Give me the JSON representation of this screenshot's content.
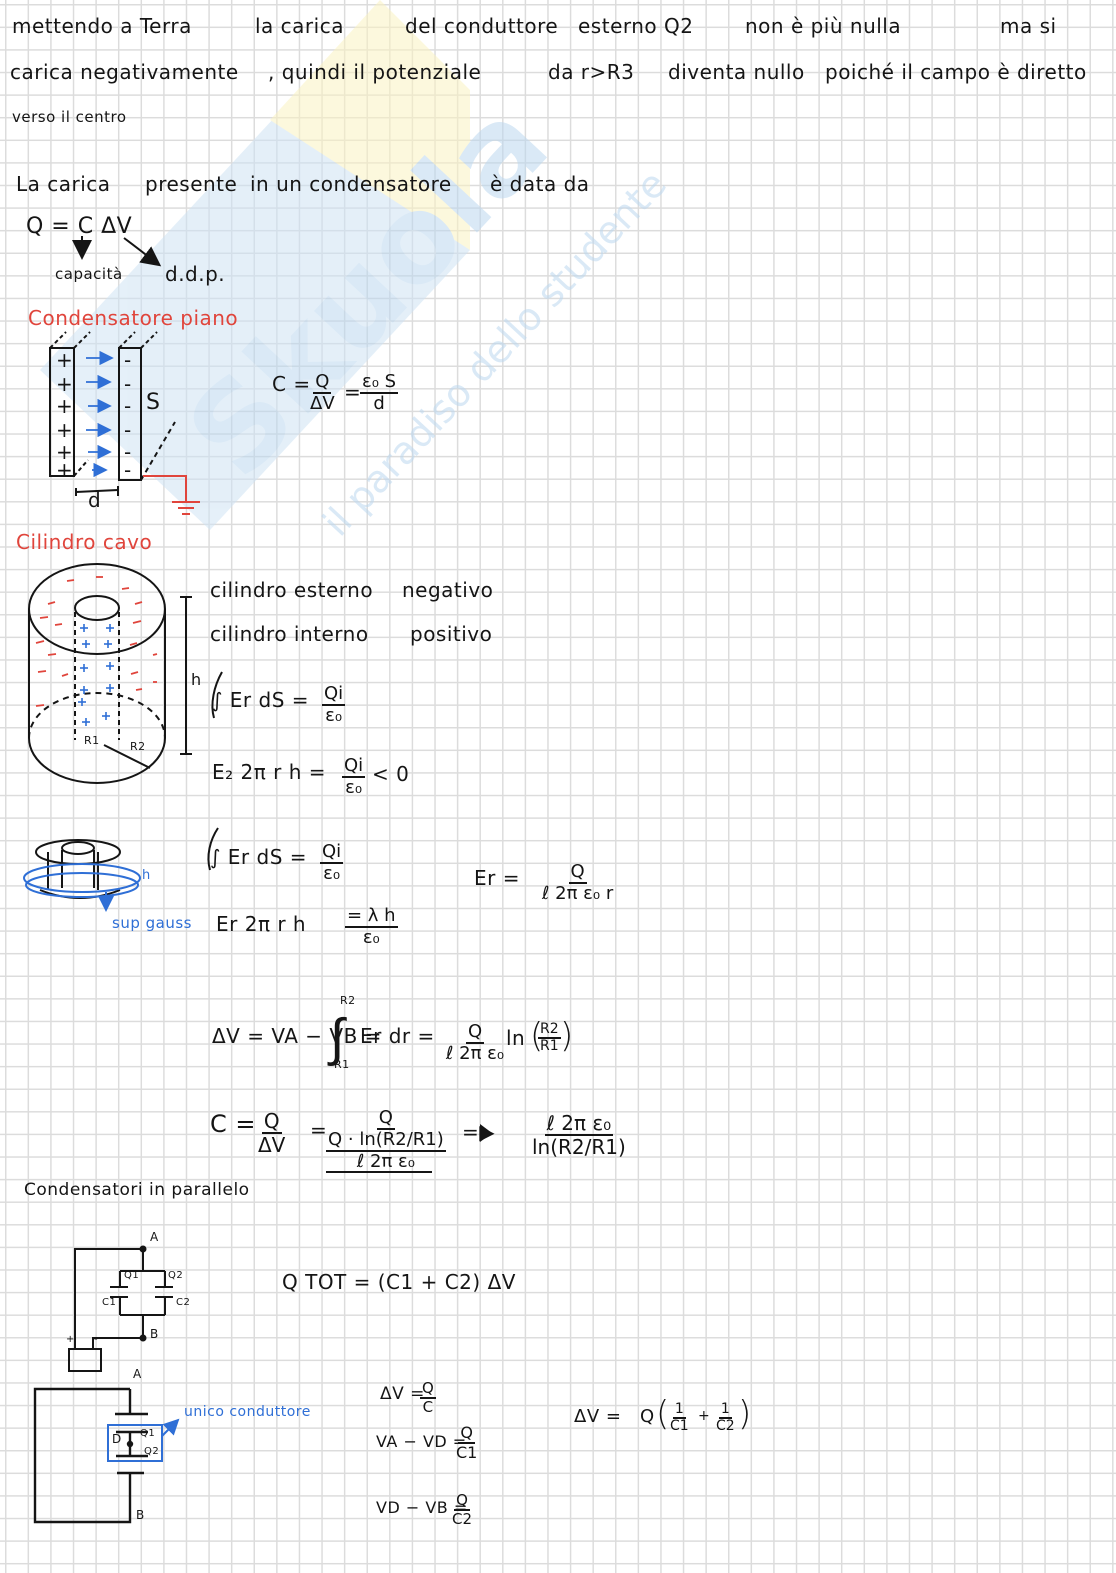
{
  "watermark": {
    "logo_text": "Skuola.net",
    "tagline": "il paradiso dello studente",
    "colors": {
      "blue": "#cfe3f4",
      "yellow": "#fbf3c2"
    }
  },
  "colors": {
    "ink": "#151515",
    "red_heading": "#e0453c",
    "blue_annotation": "#2f6fd6",
    "grid": "#dcdcdc"
  },
  "intro": {
    "line1": [
      "mettendo a Terra",
      "la carica",
      "del conduttore",
      "esterno Q2",
      "non è più nulla",
      "ma si"
    ],
    "line2": [
      "carica negativamente",
      ", quindi il potenziale",
      "da r>R3",
      "diventa nullo",
      "poiché il campo è diretto"
    ],
    "line3": "verso il centro"
  },
  "charge_section": {
    "sentence": [
      "La carica",
      "presente",
      "in un condensatore",
      "è data da"
    ],
    "formula": "Q = C ΔV",
    "label_c": "capacità",
    "label_dv": "d.d.p."
  },
  "plane_capacitor": {
    "heading": "Condensatore piano",
    "plus_signs": [
      "+",
      "+",
      "+",
      "+",
      "+",
      "+"
    ],
    "minus_signs": [
      "-",
      "-",
      "-",
      "-",
      "-",
      "-"
    ],
    "surface_label": "S",
    "distance_label": "d",
    "formula": {
      "lhs": "C =",
      "num1": "Q",
      "den1": "ΔV",
      "eq": "=",
      "num2": "ε₀ S",
      "den2": "d"
    }
  },
  "hollow_cylinder": {
    "heading": "Cilindro cavo",
    "desc1": [
      "cilindro esterno",
      "negativo"
    ],
    "desc2": [
      "cilindro interno",
      "positivo"
    ],
    "height_label": "h",
    "r1_label": "R1",
    "r2_label": "R2",
    "gauss1": {
      "lhs": "∫ Er dS =",
      "num": "Qi",
      "den": "ε₀"
    },
    "gauss2": {
      "lhs": "E₂ 2π r h =",
      "num": "Qi",
      "den": "ε₀",
      "tail": "< 0"
    }
  },
  "gauss_surface": {
    "label": "sup gauss",
    "h_label": "h",
    "eq1": {
      "lhs": "∫ Er dS =",
      "num": "Qi",
      "den": "ε₀"
    },
    "eq2": {
      "lhs": "Er 2π r h",
      "num": "= λ h",
      "den": "ε₀"
    },
    "eq3": {
      "lhs": "Er =",
      "num": "Q",
      "den": "ℓ 2π ε₀ r"
    }
  },
  "potential": {
    "lhs": "ΔV = VA − VB =",
    "upper": "R2",
    "lower": "R1",
    "integrand": "Er dr =",
    "num": "Q",
    "den": "ℓ 2π ε₀",
    "log": "ln",
    "log_num": "R2",
    "log_den": "R1"
  },
  "capacitance": {
    "lhs": "C =",
    "num1": "Q",
    "den1": "ΔV",
    "eq": "=",
    "inner_num": "Q",
    "inner_den": "Q · ln(R2/R1)",
    "outer_den": "ℓ 2π ε₀",
    "arrow": "=▶",
    "res_num": "ℓ 2π ε₀",
    "res_den": "ln(R2/R1)"
  },
  "parallel": {
    "heading": "Condensatori in parallelo",
    "node_a": "A",
    "node_b": "B",
    "q1": "Q1",
    "q2": "Q2",
    "c1": "C1",
    "c2": "C2",
    "plus": "+",
    "minus": "-",
    "formula": "Q TOT = (C1 + C2) ΔV"
  },
  "series": {
    "node_a": "A",
    "node_b": "B",
    "node_d": "D",
    "q1": "Q1",
    "q2": "Q2",
    "annotation": "unico conduttore",
    "eq1": {
      "lhs": "ΔV =",
      "num": "Q",
      "den": "C"
    },
    "eq2": {
      "lhs": "VA − VD =",
      "num": "Q",
      "den": "C1"
    },
    "eq3": {
      "lhs": "VD − VB =",
      "num": "Q",
      "den": "C2"
    },
    "total": {
      "lhs": "ΔV =",
      "q": "Q",
      "n1": "1",
      "d1": "C1",
      "plus": "+",
      "n2": "1",
      "d2": "C2"
    }
  }
}
